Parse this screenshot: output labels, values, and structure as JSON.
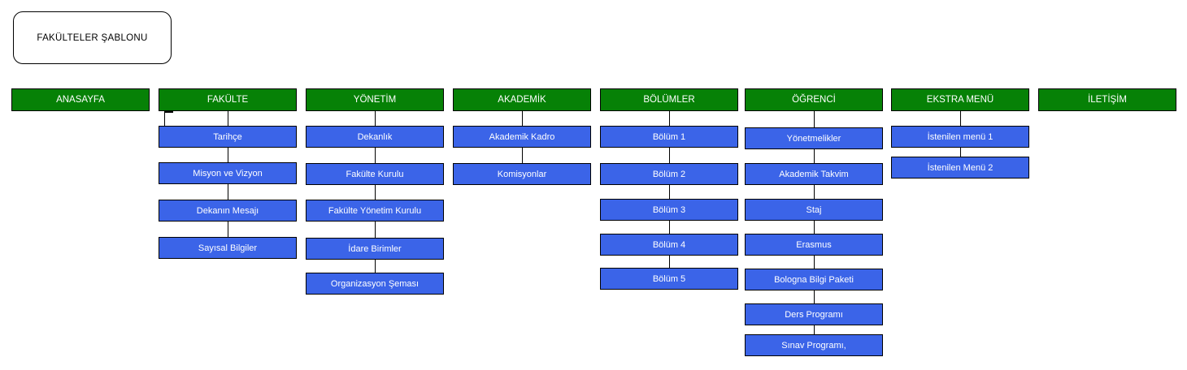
{
  "title_box": {
    "label": "FAKÜLTELER ŞABLONU"
  },
  "colors": {
    "menu_green": "#068106",
    "submenu_blue": "#3b64e8",
    "line": "#000000",
    "box_text": "#ffffff",
    "background": "#ffffff"
  },
  "menu": {
    "columns": [
      {
        "id": "anasayfa",
        "label": "ANASAYFA",
        "items": []
      },
      {
        "id": "fakulte",
        "label": "FAKÜLTE",
        "items": [
          "Tarihçe",
          "Misyon ve Vizyon",
          "Dekanın Mesajı",
          "Sayısal Bilgiler"
        ]
      },
      {
        "id": "yonetim",
        "label": "YÖNETİM",
        "items": [
          "Dekanlık",
          "Fakülte Kurulu",
          "Fakülte Yönetim Kurulu",
          "İdare Birimler",
          "Organizasyon Şeması"
        ]
      },
      {
        "id": "akademik",
        "label": "AKADEMİK",
        "items": [
          "Akademik Kadro",
          "Komisyonlar"
        ]
      },
      {
        "id": "bolumler",
        "label": "BÖLÜMLER",
        "items": [
          "Bölüm 1",
          "Bölüm 2",
          "Bölüm 3",
          "Bölüm 4",
          "Bölüm 5"
        ]
      },
      {
        "id": "ogrenci",
        "label": "ÖĞRENCİ",
        "items": [
          "Yönetmelikler",
          "Akademik Takvim",
          "Staj",
          "Erasmus",
          "Bologna Bilgi Paketi",
          "Ders Programı",
          "Sınav Programı,"
        ]
      },
      {
        "id": "ekstra-menu",
        "label": "EKSTRA MENÜ",
        "items": [
          "İstenilen menü 1",
          "İstenilen Menü 2"
        ]
      },
      {
        "id": "iletisim",
        "label": "İLETİŞİM",
        "items": []
      }
    ]
  }
}
